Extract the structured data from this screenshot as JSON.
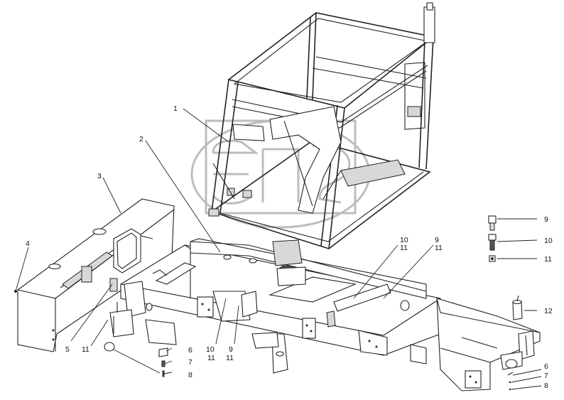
{
  "callouts": {
    "c1": "1",
    "c2": "2",
    "c3": "3",
    "c4": "4",
    "c5": "5",
    "c11_left": "11",
    "c6_left": "6",
    "c7_left": "7",
    "c8_left": "8",
    "c10_mid": "10",
    "c11_mid_a": "11",
    "c9_mid": "9",
    "c11_mid_b": "11",
    "c10_top": "10",
    "c11_top_a": "11",
    "c9_top": "9",
    "c11_top_b": "11",
    "c9_side": "9",
    "c10_side": "10",
    "c11_side": "11",
    "c12": "12",
    "c6_right": "6",
    "c7_right": "7",
    "c8_right": "8"
  },
  "colors": {
    "line": "#222222",
    "watermark": "#bdbdbd",
    "background": "#ffffff"
  }
}
